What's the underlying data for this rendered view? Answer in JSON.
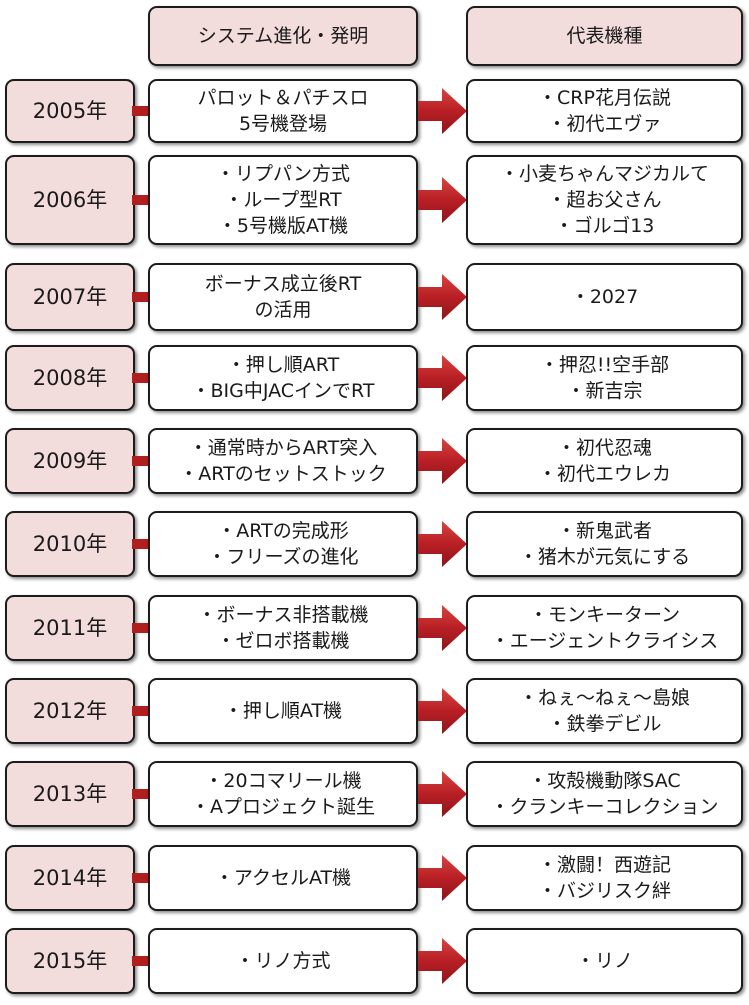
{
  "header": {
    "system_label": "システム進化・発明",
    "model_label": "代表機種"
  },
  "rows": [
    {
      "year": "2005年",
      "system": [
        "パロット＆パチスロ",
        "5号機登場"
      ],
      "models": [
        "・CRP花月伝説",
        "・初代エヴァ"
      ]
    },
    {
      "year": "2006年",
      "system": [
        "・リプパン方式",
        "・ループ型RT",
        "・5号機版AT機"
      ],
      "models": [
        "・小麦ちゃんマジカルて",
        "・超お父さん",
        "・ゴルゴ13"
      ]
    },
    {
      "year": "2007年",
      "system": [
        "ボーナス成立後RT",
        "の活用"
      ],
      "models": [
        "・2027"
      ]
    },
    {
      "year": "2008年",
      "system": [
        "・押し順ART",
        "・BIG中JACインでRT"
      ],
      "models": [
        "・押忍!!空手部",
        "・新吉宗"
      ]
    },
    {
      "year": "2009年",
      "system": [
        "・通常時からART突入",
        "・ARTのセットストック"
      ],
      "models": [
        "・初代忍魂",
        "・初代エウレカ"
      ]
    },
    {
      "year": "2010年",
      "system": [
        "・ARTの完成形",
        "・フリーズの進化"
      ],
      "models": [
        "・新鬼武者",
        "・猪木が元気にする"
      ]
    },
    {
      "year": "2011年",
      "system": [
        "・ボーナス非搭載機",
        "・ゼロボ搭載機"
      ],
      "models": [
        "・モンキーターン",
        "・エージェントクライシス"
      ]
    },
    {
      "year": "2012年",
      "system": [
        "・押し順AT機"
      ],
      "models": [
        "・ねぇ～ねぇ～島娘",
        "・鉄拳デビル"
      ]
    },
    {
      "year": "2013年",
      "system": [
        "・20コマリール機",
        "・Aプロジェクト誕生"
      ],
      "models": [
        "・攻殻機動隊SAC",
        "・クランキーコレクション"
      ]
    },
    {
      "year": "2014年",
      "system": [
        "・アクセルAT機"
      ],
      "models": [
        "・激闘！西遊記",
        "・バジリスク絆"
      ]
    },
    {
      "year": "2015年",
      "system": [
        "・リノ方式"
      ],
      "models": [
        "・リノ"
      ]
    }
  ],
  "colors": {
    "header_fill": "#f2dcdc",
    "year_fill": "#f2dcdc",
    "arrow": "#c0252a",
    "border": "#1c1c1c"
  },
  "icons": {
    "arrow": "right-arrow-icon"
  }
}
